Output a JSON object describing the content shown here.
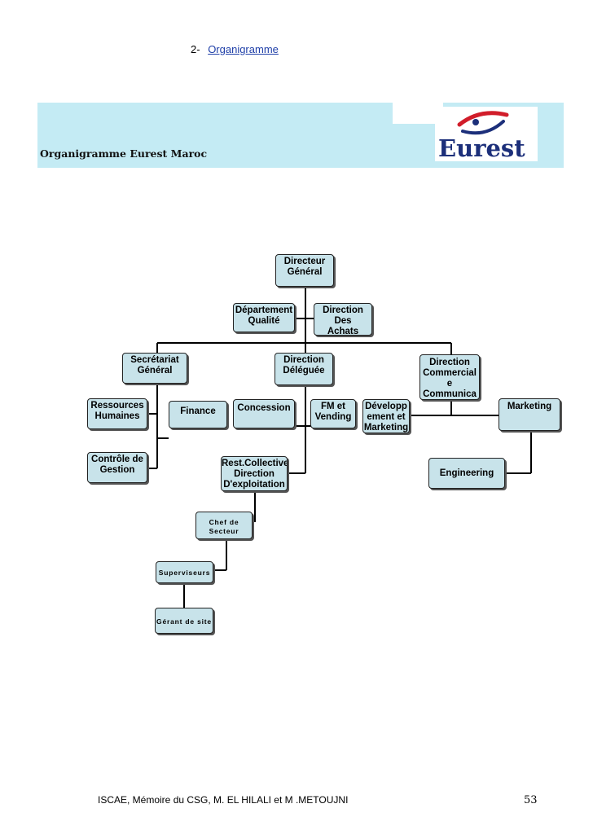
{
  "heading": {
    "number": "2-",
    "title": "Organigramme"
  },
  "banner": {
    "title": "Organigramme Eurest Maroc",
    "logo_text": "Eurest"
  },
  "org": {
    "dg": "Directeur\nGénéral",
    "qualite": "Département\nQualité",
    "achats": "Direction\nDes\nAchats",
    "secretariat": "Secrétariat\nGénéral",
    "deleguee": "Direction\nDéléguée",
    "commercial": "Direction\nCommercial\ne\nCommunica",
    "rh": "Ressources\nHumaines",
    "finance": "Finance",
    "concession": "Concession",
    "fm": "FM et\nVending",
    "developp": "Développ\nement et\nMarketing",
    "marketing": "Marketing",
    "controle": "Contrôle de\nGestion",
    "restcoll": "Rest.Collective\nDirection\nD'exploitation",
    "engineering": "Engineering",
    "chef": "Chef de\nSecteur",
    "superviseurs": "Superviseurs",
    "gerant": "Gérant de site"
  },
  "footer": {
    "text": "ISCAE, Mémoire du CSG, M. EL HILALI et M .METOUJNI",
    "page": "53"
  }
}
